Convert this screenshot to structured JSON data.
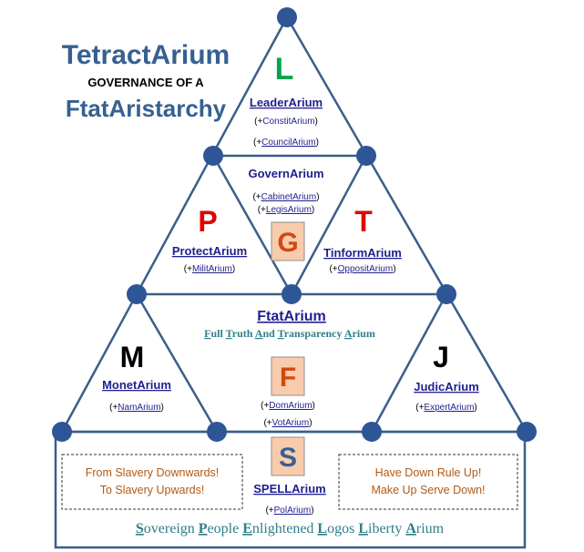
{
  "title": {
    "main": "TetractArium",
    "sub": "GOVERNANCE OF A",
    "name": "FtatAristarchy"
  },
  "colors": {
    "line": "#3a5f8a",
    "node": "#2e5596",
    "title": "#366092",
    "link": "#1f1f8f",
    "badge_fill": "#f9cbad",
    "badge_stroke": "#8f8f8f",
    "L": "#00a64f",
    "PT": "#e00000",
    "GF": "#d14a0f",
    "S": "#366092",
    "MJ": "#000000",
    "teal": "#2e7f8a",
    "box_text": "#b15a15"
  },
  "letters": {
    "L": "L",
    "P": "P",
    "T": "T",
    "M": "M",
    "J": "J"
  },
  "badges": {
    "G": "G",
    "F": "F",
    "S": "S"
  },
  "sections": {
    "leader": {
      "name": "LeaderArium",
      "sub1": "ConstitArium",
      "sub2": "CouncilArium"
    },
    "govern": {
      "name": "GovernArium",
      "sub1": "CabinetArium",
      "sub2": "LegisArium"
    },
    "protect": {
      "name": "ProtectArium",
      "sub1": "MilitArium"
    },
    "tinform": {
      "name": "TinformArium",
      "sub1": "OppositArium"
    },
    "ftat": {
      "name": "FtatArium",
      "sub1": "DomArium",
      "sub2": "VotArium"
    },
    "monet": {
      "name": "MonetArium",
      "sub1": "NamArium"
    },
    "judic": {
      "name": "JudicArium",
      "sub1": "ExpertArium"
    },
    "spell": {
      "name": "SPELLArium",
      "sub1": "PolArium"
    }
  },
  "ftat_tagline": [
    {
      "cap": "F",
      "rest": "ull "
    },
    {
      "cap": "T",
      "rest": "ruth "
    },
    {
      "cap": "A",
      "rest": "nd "
    },
    {
      "cap": "T",
      "rest": "ransparency "
    },
    {
      "cap": "A",
      "rest": "rium"
    }
  ],
  "footer_tagline": [
    {
      "cap": "S",
      "rest": "overeign "
    },
    {
      "cap": "P",
      "rest": "eople "
    },
    {
      "cap": "E",
      "rest": "nlightened "
    },
    {
      "cap": "L",
      "rest": "ogos "
    },
    {
      "cap": "L",
      "rest": "iberty "
    },
    {
      "cap": "A",
      "rest": "rium"
    }
  ],
  "left_box": {
    "line1": "From Slavery Downwards!",
    "line2": "To Slavery Upwards!"
  },
  "right_box": {
    "line1": "Have Down Rule Up!",
    "line2": "Make Up Serve Down!"
  }
}
